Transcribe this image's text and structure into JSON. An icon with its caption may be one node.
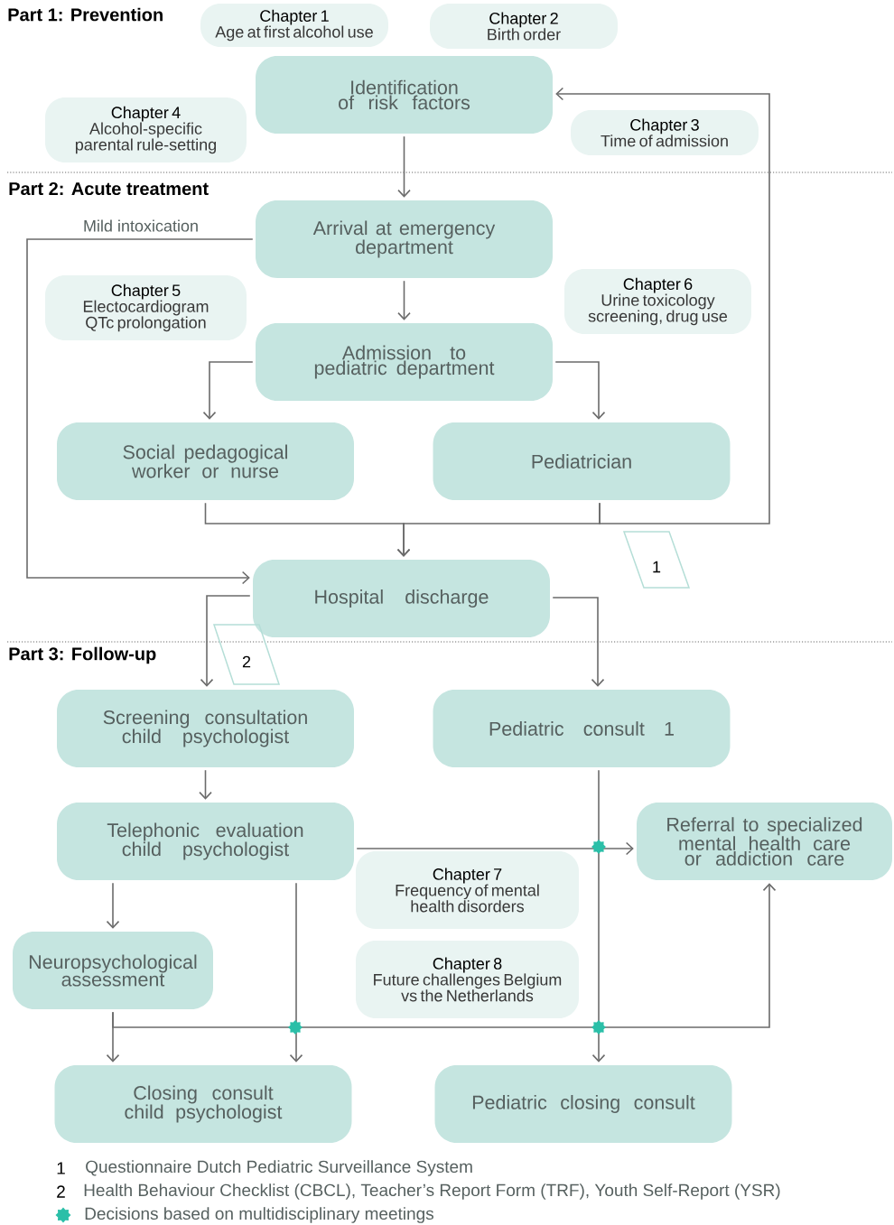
{
  "diagram": {
    "nodes": [
      {
        "text": [
          "Identification of risk factors"
        ]
      },
      {
        "text": [
          "Arrival at emergency department"
        ]
      },
      {
        "text": [
          "Admission to pediatric department"
        ]
      },
      {
        "text": [
          "Social pedagogical worker or nurse"
        ]
      },
      {
        "text": [
          "Pediatrician"
        ]
      },
      {
        "text": [
          "Hospital discharge"
        ]
      },
      {
        "text": [
          "Screening consultation child psychologist"
        ]
      },
      {
        "text": [
          "Pediatric consult 1"
        ]
      },
      {
        "text": [
          "Telephonic evaluation child psychologist"
        ]
      },
      {
        "text": [
          "Referral to specialized mental health care or addiction care"
        ]
      },
      {
        "text": [
          "Neuropsychological assessment"
        ]
      },
      {
        "text": [
          "Closing consult child psychologist"
        ]
      },
      {
        "text": [
          "Pediatric closing consult"
        ]
      },
      {
        "text": [
          "Chapter 1",
          "Age at first alcohol use"
        ]
      },
      {
        "text": [
          "Chapter 2",
          "Birth order"
        ]
      },
      {
        "text": [
          "Chapter 4",
          "Alcohol-specific parental rule-setting"
        ]
      },
      {
        "text": [
          "Chapter 3",
          "Time of admission"
        ]
      },
      {
        "text": [
          "Chapter 5",
          "Electocardiogram QTc prolongation"
        ]
      },
      {
        "text": [
          "Chapter 6",
          "Urine toxicology screening, drug use"
        ]
      },
      {
        "text": [
          "Chapter 7",
          "Frequency of mental health disorders"
        ]
      },
      {
        "text": [
          "Chapter 8",
          "Future challenges Belgium vs the Netherlands"
        ]
      },
      {
        "text": [
          "1"
        ]
      },
      {
        "text": [
          "2"
        ]
      }
    ],
    "edges": [
      {
        "from": 0,
        "to": 1,
        "arrow": "to"
      },
      {
        "from": 1,
        "to": 5,
        "arrow": "to",
        "label": "Mild intoxication"
      },
      {
        "from": 1,
        "to": 2,
        "arrow": "to"
      },
      {
        "from": 2,
        "to": 3,
        "arrow": "to"
      },
      {
        "from": 2,
        "to": 4,
        "arrow": "to"
      },
      {
        "from": 3,
        "to": 5,
        "arrow": "to"
      },
      {
        "from": 4,
        "to": 5,
        "arrow": "to"
      },
      {
        "from": 4,
        "to": 0,
        "arrow": "to"
      },
      {
        "from": 5,
        "to": 6,
        "arrow": "to"
      },
      {
        "from": 5,
        "to": 7,
        "arrow": "to"
      },
      {
        "from": 6,
        "to": 8,
        "arrow": "to"
      },
      {
        "from": 8,
        "to": 9,
        "arrow": "to"
      },
      {
        "from": 8,
        "to": 10,
        "arrow": "to"
      },
      {
        "from": 8,
        "to": 11,
        "arrow": "to"
      },
      {
        "from": 10,
        "to": 11,
        "arrow": "to"
      },
      {
        "from": 10,
        "to": 9,
        "arrow": "to"
      },
      {
        "from": 7,
        "to": 12,
        "arrow": "to"
      }
    ],
    "labels": [
      "Part 1: Prevention",
      "Part 2: Acute treatment",
      "Part 3: Follow-up",
      "1",
      "Questionnaire Dutch Pediatric Surveillance System",
      "2",
      "Health Behaviour Checklist (CBCL), Teacher’s Report Form (TRF), Youth Self-Report (YSR)"
    ],
    "legend": [
      {
        "text": "Decisions based on multidisciplinary meetings",
        "color": "#2bbfa8"
      }
    ]
  }
}
